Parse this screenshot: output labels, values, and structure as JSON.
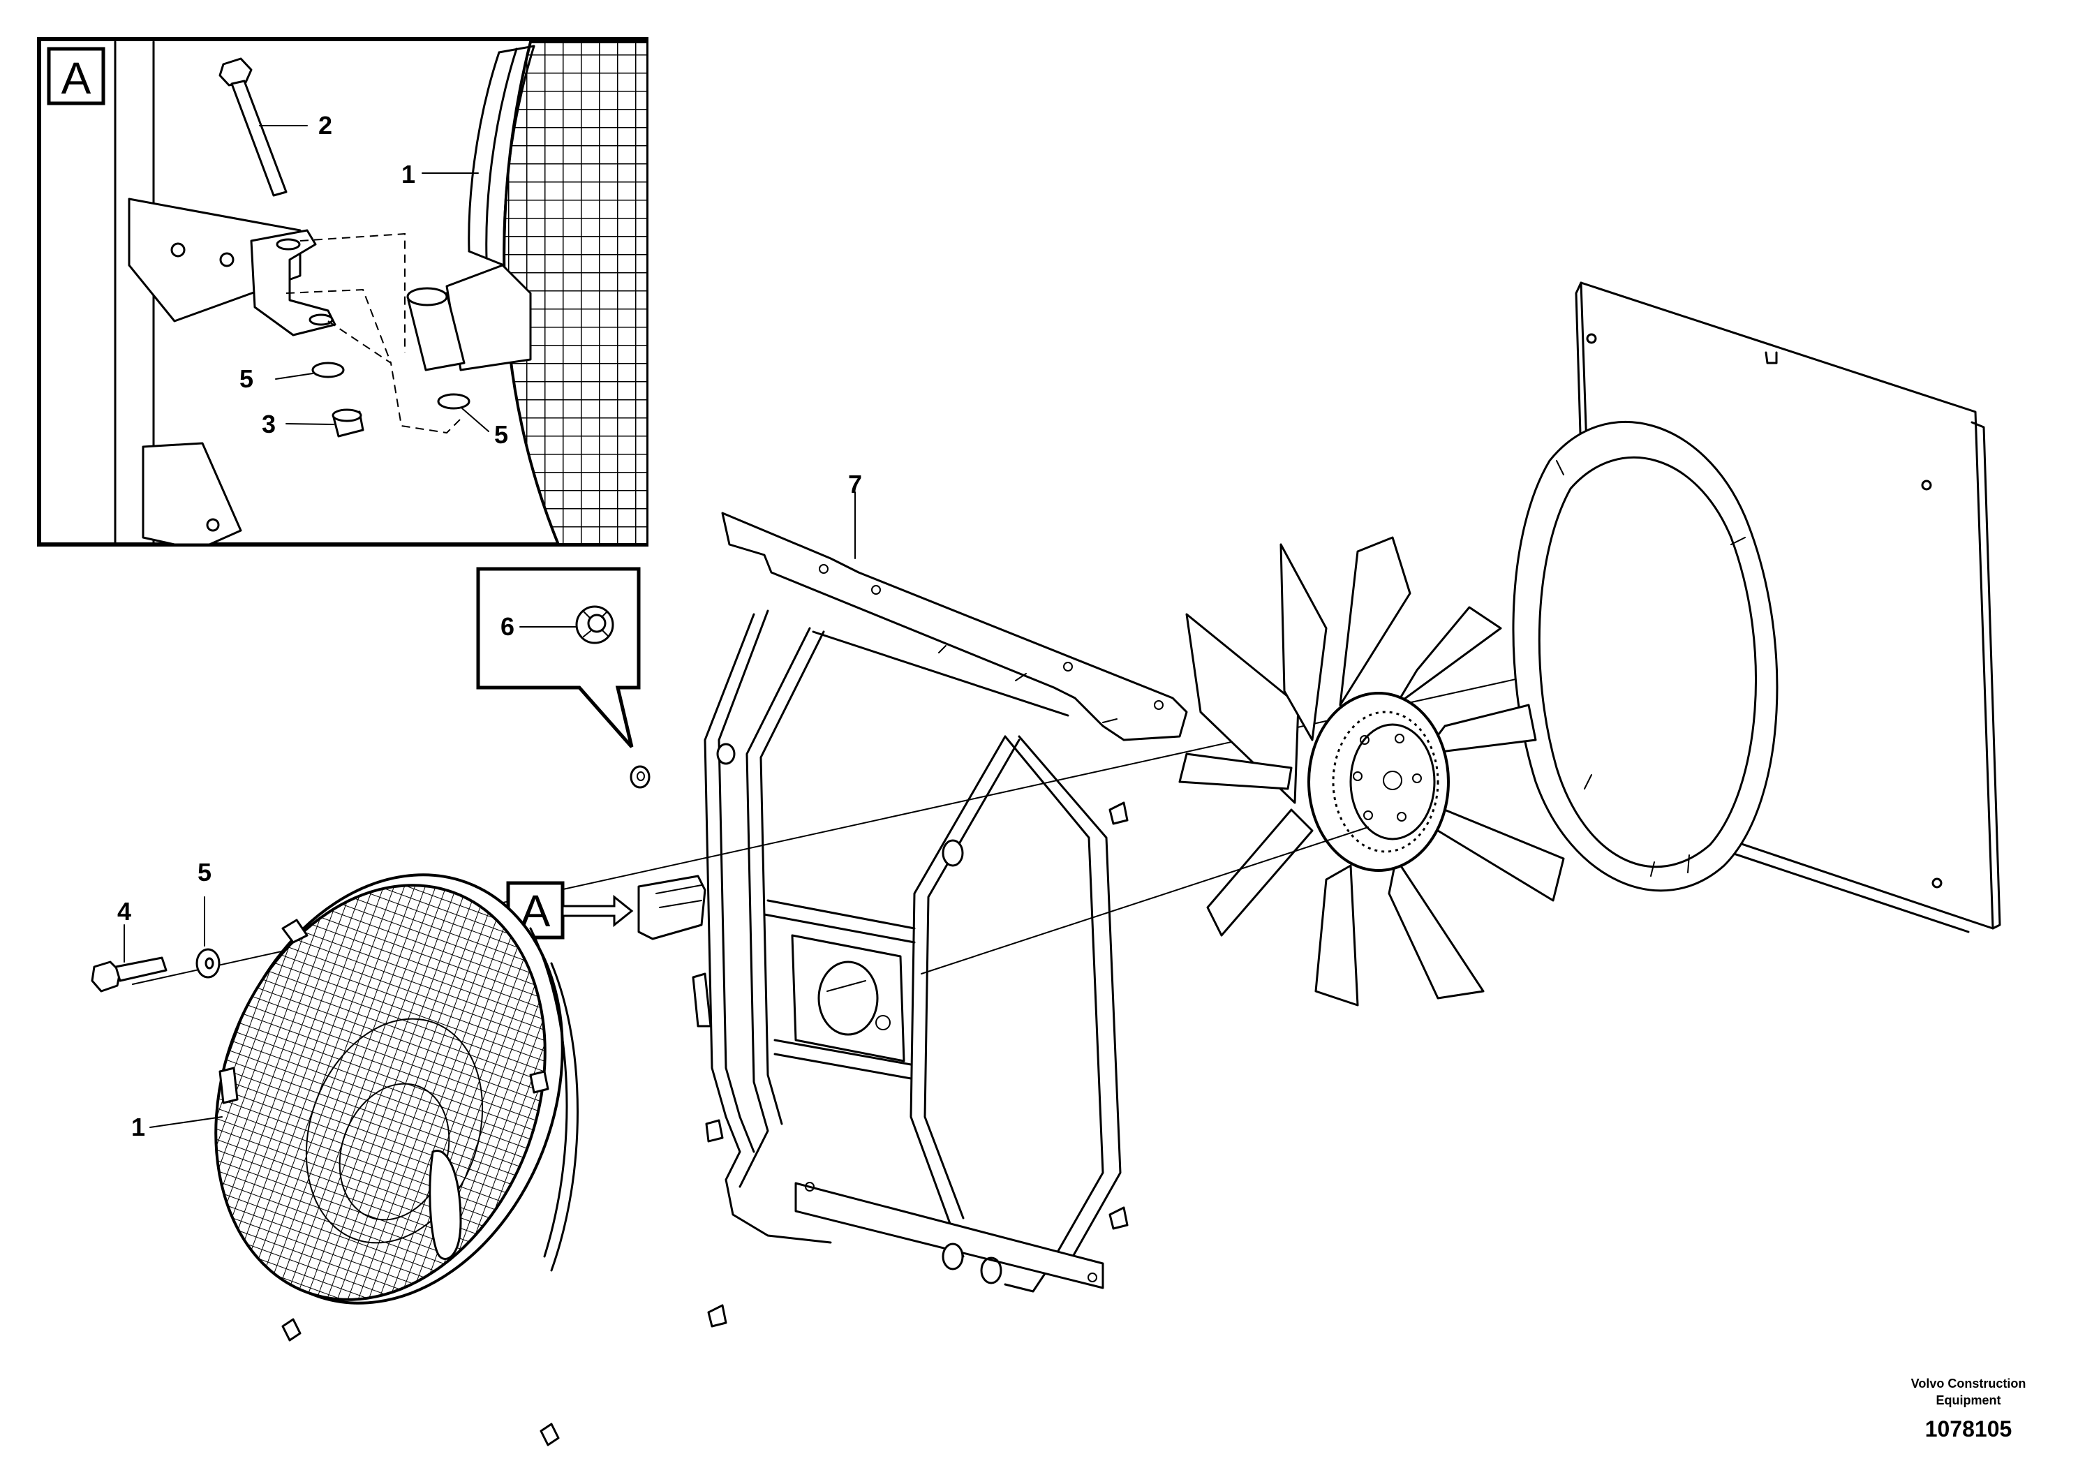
{
  "detail_view": {
    "label": "A",
    "callouts": [
      "1",
      "2",
      "5",
      "3",
      "5"
    ]
  },
  "main_view": {
    "callouts": {
      "grille": "1",
      "washer": "5",
      "bolt": "4",
      "clip": "6",
      "shroud_frame": "7"
    },
    "view_ref_label": "A"
  },
  "title_block": {
    "manufacturer_line1": "Volvo Construction",
    "manufacturer_line2": "Equipment",
    "document_number": "1078105"
  }
}
